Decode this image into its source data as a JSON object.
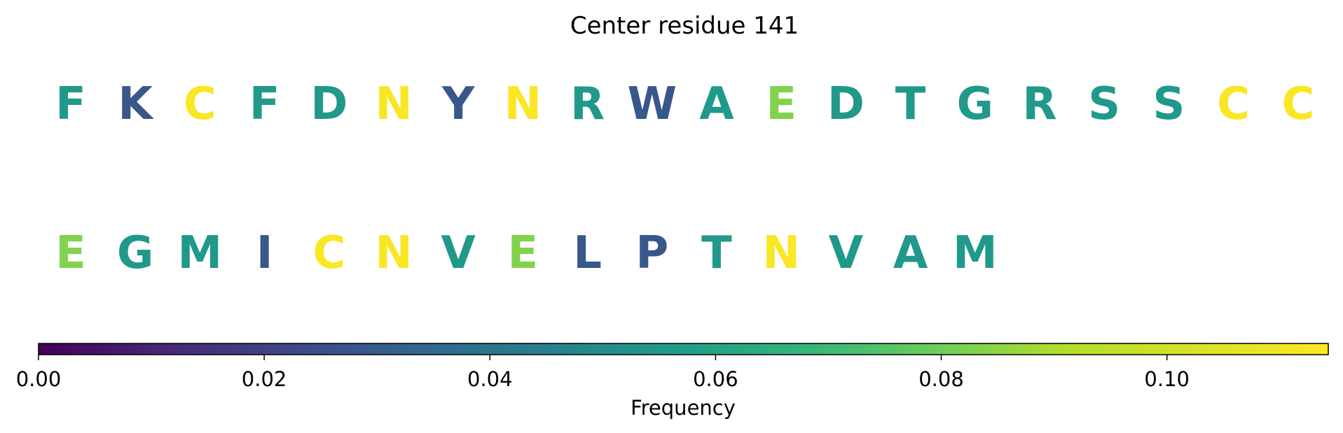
{
  "chart_data": {
    "type": "heatmap",
    "title": "Center residue 141",
    "rows": [
      {
        "residues": [
          "F",
          "K",
          "C",
          "F",
          "D",
          "N",
          "Y",
          "N",
          "R",
          "W",
          "A",
          "E",
          "D",
          "T",
          "G",
          "R",
          "S",
          "S",
          "C",
          "C"
        ],
        "values": [
          0.055,
          0.028,
          0.113,
          0.055,
          0.055,
          0.113,
          0.028,
          0.113,
          0.055,
          0.028,
          0.055,
          0.083,
          0.055,
          0.055,
          0.055,
          0.055,
          0.055,
          0.055,
          0.113,
          0.113
        ]
      },
      {
        "residues": [
          "E",
          "G",
          "M",
          "I",
          "C",
          "N",
          "V",
          "E",
          "L",
          "P",
          "T",
          "N",
          "V",
          "A",
          "M"
        ],
        "values": [
          0.083,
          0.055,
          0.055,
          0.028,
          0.113,
          0.113,
          0.055,
          0.083,
          0.028,
          0.028,
          0.055,
          0.113,
          0.055,
          0.055,
          0.055
        ]
      }
    ],
    "colorbar": {
      "colormap": "viridis",
      "range": [
        0,
        0.1143
      ],
      "ticks": [
        0.0,
        0.02,
        0.04,
        0.06,
        0.08,
        0.1
      ],
      "tick_labels": [
        "0.00",
        "0.02",
        "0.04",
        "0.06",
        "0.08",
        "0.10"
      ],
      "label": "Frequency",
      "orientation": "horizontal"
    }
  }
}
